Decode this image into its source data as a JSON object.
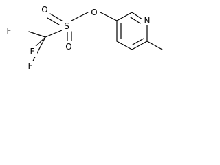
{
  "molecule": {
    "atoms": {
      "n1": "N",
      "o_ester": "O",
      "s1": "S",
      "o_top": "O",
      "o_bottom": "O",
      "f1": "F",
      "f2": "F",
      "f3": "F"
    }
  }
}
